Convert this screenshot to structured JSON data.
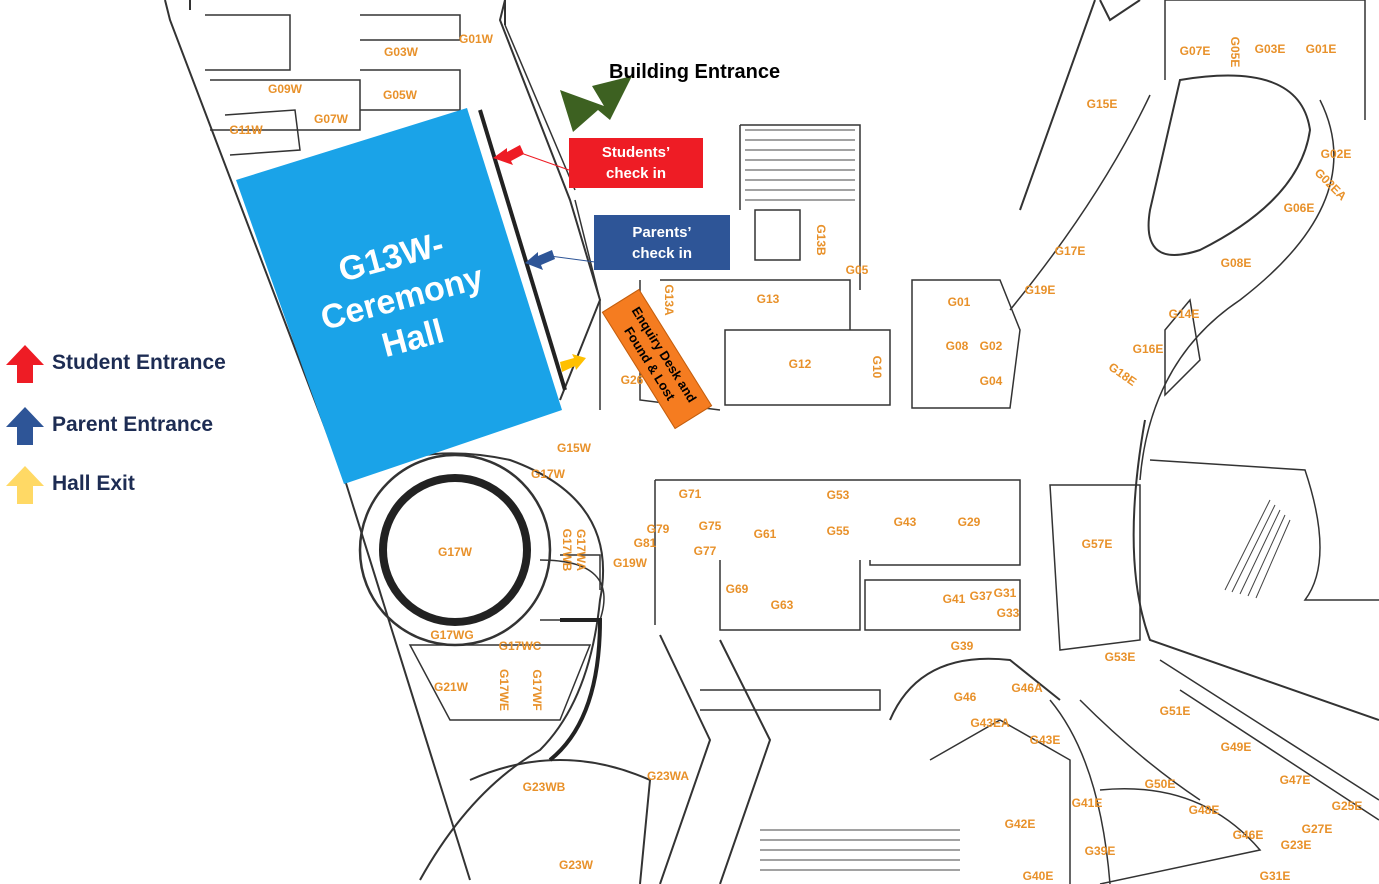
{
  "annotations": {
    "building_entrance": "Building Entrance",
    "students_checkin": "Students’\ncheck in",
    "parents_checkin": "Parents’\ncheck in",
    "enquiry": "Enquiry Desk and\nFound & Lost",
    "hall": "G13W-\nCeremony\nHall"
  },
  "legend": [
    {
      "label": "Student Entrance",
      "color": "#ee1c25"
    },
    {
      "label": "Parent Entrance",
      "color": "#2e5597"
    },
    {
      "label": "Hall Exit",
      "color": "#ffd965"
    }
  ],
  "colors": {
    "hall": "#1aa3e8",
    "room_label": "#e8912a",
    "entrance_arrow": "#3d6121",
    "wall": "#333333"
  },
  "rooms": [
    "G01W",
    "G03W",
    "G05W",
    "G09W",
    "G07W",
    "G11W",
    "G07E",
    "G05E",
    "G03E",
    "G01E",
    "G15E",
    "G02E",
    "G02EA",
    "G06E",
    "G17E",
    "G19E",
    "G08E",
    "G14E",
    "G16E",
    "G18E",
    "G13B",
    "G05",
    "G13",
    "G01",
    "G13A",
    "G12",
    "G10",
    "G08",
    "G02",
    "G04",
    "G26",
    "G15W",
    "G17W",
    "G71",
    "G53",
    "G43",
    "G29",
    "G57E",
    "G79",
    "G75",
    "G61",
    "G55",
    "G81",
    "G77",
    "G19W",
    "G17WA",
    "G17WB",
    "G69",
    "G63",
    "G41",
    "G37",
    "G31",
    "G33",
    "G39",
    "G17WG",
    "G17WC",
    "G53E",
    "G46",
    "G46A",
    "G21W",
    "G17WE",
    "G17WF",
    "G51E",
    "G43EA",
    "G43E",
    "G49E",
    "G23WB",
    "G23WA",
    "G47E",
    "G50E",
    "G48E",
    "G41E",
    "G25E",
    "G42E",
    "G46E",
    "G27E",
    "G39E",
    "G23E",
    "G23W",
    "G40E",
    "G31E"
  ]
}
